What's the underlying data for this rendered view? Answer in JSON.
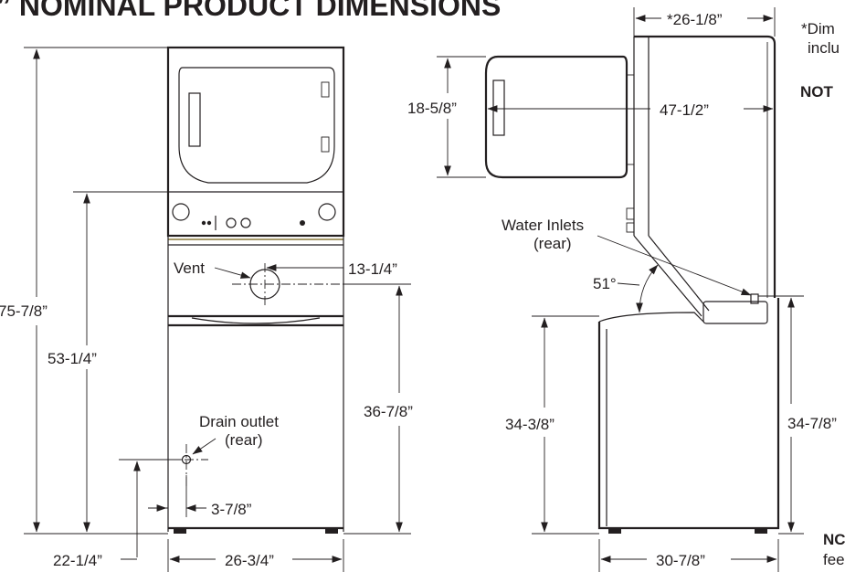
{
  "heading": "” NOMINAL PRODUCT DIMENSIONS",
  "notes": {
    "asterisk_line1": "*Dim",
    "asterisk_line2": "inclu",
    "note_top": "NOT",
    "note_bottom1": "NC",
    "note_bottom2": "fee"
  },
  "front_view": {
    "overall_height": "75-7/8”",
    "control_height": "53-1/4”",
    "vent_label": "Vent",
    "vent_offset": "13-1/4”",
    "vent_height": "36-7/8”",
    "drain_label": "Drain outlet",
    "drain_sub": "(rear)",
    "drain_offset": "3-7/8”",
    "drain_height": "22-1/4”",
    "width": "26-3/4”"
  },
  "side_view": {
    "top_depth": "*26-1/8”",
    "door_height": "18-5/8”",
    "door_open_depth": "47-1/2”",
    "water_label": "Water Inlets",
    "water_sub": "(rear)",
    "lid_angle": "51°",
    "washer_height": "34-3/8”",
    "inlet_height": "34-7/8”",
    "bottom_depth": "30-7/8”"
  }
}
